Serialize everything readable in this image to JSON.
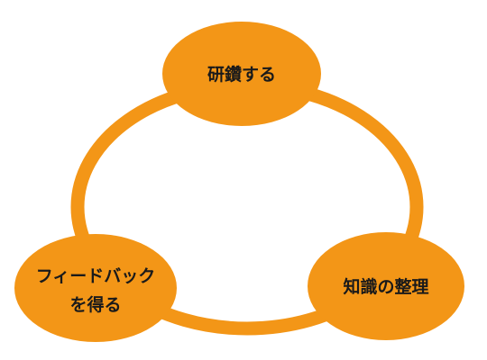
{
  "colors": {
    "accent": "#F39617",
    "text": "#1a1a1a",
    "background": "#ffffff"
  },
  "nodes": {
    "top": {
      "label": "研鑽する"
    },
    "bottom_right": {
      "label": "知識の整理"
    },
    "bottom_left": {
      "label_line1": "フィードバック",
      "label_line2": "を得る"
    }
  }
}
